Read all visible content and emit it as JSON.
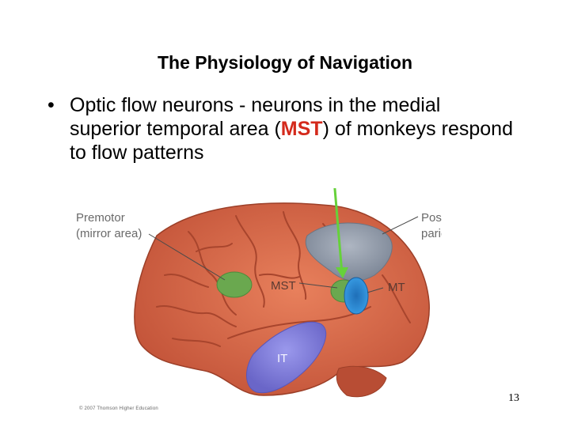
{
  "slide": {
    "title": "The Physiology of Navigation",
    "bullet": {
      "text_before": "Optic flow neurons - neurons in the medial superior temporal area (",
      "highlight": "MST",
      "text_after": ") of monkeys respond to flow patterns"
    },
    "figure": {
      "labels": {
        "premotor": "Premotor",
        "premotor_sub": "(mirror area)",
        "posterior": "Posterior",
        "posterior_sub": "parietal",
        "mst": "MST",
        "mt": "MT",
        "it": "IT"
      },
      "colors": {
        "brain": "#d9694a",
        "mst_region": "#6aa84f",
        "mt_region": "#2f8fd6",
        "parietal_region": "#8e98a8",
        "it_region": "#7a78d8",
        "arrow": "#66d13a"
      },
      "credit": "© 2007 Thomson Higher Education"
    },
    "page_number": "13"
  }
}
